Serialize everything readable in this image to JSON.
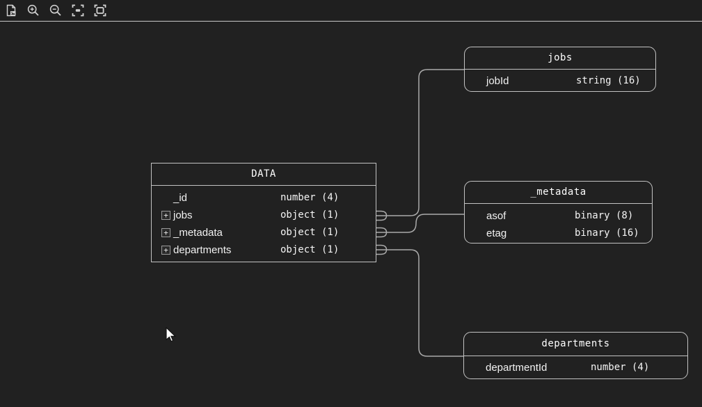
{
  "colors": {
    "background": "#212121",
    "entity_border": "#c3c3c3",
    "text": "#f2f2f2",
    "connector": "#aaaaaa"
  },
  "toolbar": {
    "icons": [
      "download-image-icon",
      "zoom-in-icon",
      "zoom-out-icon",
      "zoom-selection-icon",
      "zoom-fit-icon"
    ]
  },
  "diagram": {
    "entities": [
      {
        "title": "DATA",
        "fields": [
          {
            "name": "_id",
            "type": "number (4)"
          },
          {
            "name": "jobs",
            "type": "object (1)"
          },
          {
            "name": "_metadata",
            "type": "object (1)"
          },
          {
            "name": "departments",
            "type": "object (1)"
          }
        ]
      },
      {
        "title": "jobs",
        "fields": [
          {
            "name": "jobId",
            "type": "string (16)"
          }
        ]
      },
      {
        "title": "_metadata",
        "fields": [
          {
            "name": "asof",
            "type": "binary (8)"
          },
          {
            "name": "etag",
            "type": "binary (16)"
          }
        ]
      },
      {
        "title": "departments",
        "fields": [
          {
            "name": "departmentId",
            "type": "number (4)"
          }
        ]
      }
    ],
    "relationships": [
      {
        "from": "DATA.jobs",
        "to": "jobs"
      },
      {
        "from": "DATA._metadata",
        "to": "_metadata"
      },
      {
        "from": "DATA.departments",
        "to": "departments"
      }
    ]
  }
}
